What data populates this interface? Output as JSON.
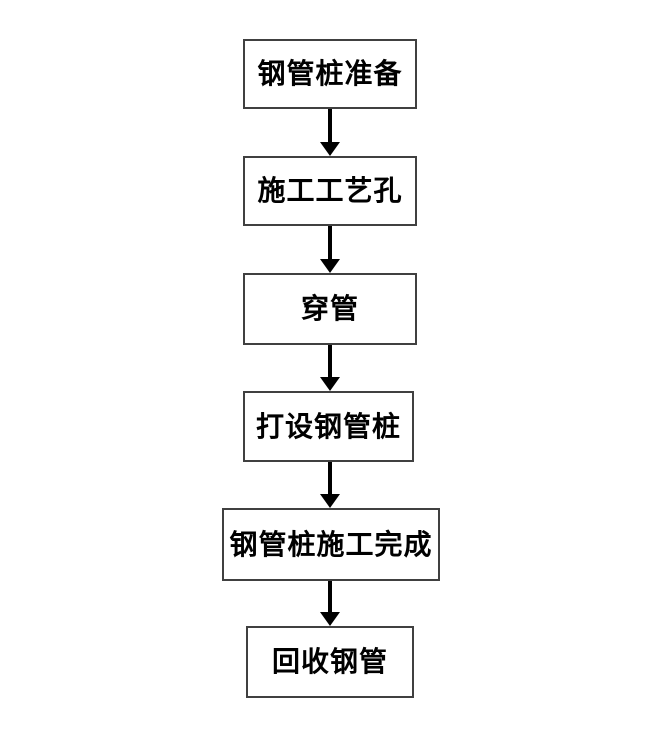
{
  "diagram": {
    "type": "flowchart",
    "direction": "top-to-bottom",
    "colors": {
      "background": "#ffffff",
      "box_fill": "#ffffff",
      "box_border": "#404040",
      "arrow": "#000000",
      "text": "#000000"
    },
    "nodes": [
      {
        "id": "steel-pipe-pile-preparation",
        "label": "钢管桩准备"
      },
      {
        "id": "construct-process-hole",
        "label": "施工工艺孔"
      },
      {
        "id": "thread-pipe",
        "label": "穿管"
      },
      {
        "id": "drive-steel-pipe-pile",
        "label": "打设钢管桩"
      },
      {
        "id": "pile-construction-complete",
        "label": "钢管桩施工完成"
      },
      {
        "id": "recover-steel-pipe",
        "label": "回收钢管"
      }
    ],
    "edges": [
      {
        "from": "steel-pipe-pile-preparation",
        "to": "construct-process-hole"
      },
      {
        "from": "construct-process-hole",
        "to": "thread-pipe"
      },
      {
        "from": "thread-pipe",
        "to": "drive-steel-pipe-pile"
      },
      {
        "from": "drive-steel-pipe-pile",
        "to": "pile-construction-complete"
      },
      {
        "from": "pile-construction-complete",
        "to": "recover-steel-pipe"
      }
    ]
  }
}
